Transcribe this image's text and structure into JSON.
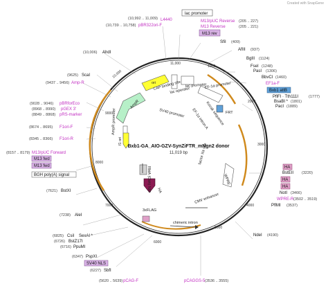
{
  "brand": "Created with SnapGene",
  "plasmid": {
    "name": "Bxb1-GA_AIO-GZV-SynZiFTR_mNgn2 donor",
    "size": "11,019 bp"
  },
  "scale_ticks": [
    "1000",
    "2000",
    "3000",
    "4000",
    "5000",
    "6000",
    "7000",
    "8000",
    "9000",
    "10,000",
    "11,000"
  ],
  "sites_left": [
    {
      "name": "AhdI",
      "pos": "(10,006)"
    },
    {
      "name": "ScaI",
      "pos": "(9625)"
    },
    {
      "name": "Amp-R",
      "pos": "(9437 .. 9456)"
    },
    {
      "name": "pBRforEco",
      "pos": "(9028 .. 9046)"
    },
    {
      "name": "pGEX 3'",
      "pos": "(8968 .. 8990)"
    },
    {
      "name": "pRS-marker",
      "pos": "(8849 .. 8868)"
    },
    {
      "name": "F1ori-F",
      "pos": "(8674 .. 8695)"
    },
    {
      "name": "F1ori-R",
      "pos": "(8345 .. 8366)"
    },
    {
      "name": "M13/pUC Forward",
      "pos": "(8157 .. 8179)"
    },
    {
      "name": "M13 fwd",
      "pos": ""
    },
    {
      "name": "M13 fwd",
      "pos": ""
    },
    {
      "name": "BGH poly(A) signal",
      "pos": ""
    },
    {
      "name": "BstXI",
      "pos": "(7621)"
    },
    {
      "name": "AleI",
      "pos": "(7238)"
    },
    {
      "name": "CsiI",
      "pos": "(6825)"
    },
    {
      "name": "SexAI *",
      "pos": ""
    },
    {
      "name": "BstZ17I",
      "pos": "(6726)"
    },
    {
      "name": "PpuMI",
      "pos": "(6716)"
    },
    {
      "name": "PspXI",
      "pos": "(6347)"
    },
    {
      "name": "SV40 NLS",
      "pos": ""
    },
    {
      "name": "SbfI",
      "pos": "(6227)"
    },
    {
      "name": "pCAG-F",
      "pos": "(5620 .. 5639)"
    }
  ],
  "sites_top": [
    {
      "name": "L4440",
      "pos": "(10,992 .. 11,009)"
    },
    {
      "name": "pBR322ori-F",
      "pos": "(10,739 .. 10,758)"
    },
    {
      "name": "lac promoter",
      "pos": ""
    },
    {
      "name": "M13/pUC Reverse",
      "pos": "(205 .. 227)"
    },
    {
      "name": "M13 Reverse",
      "pos": "(205 .. 221)"
    },
    {
      "name": "M13 rev",
      "pos": ""
    },
    {
      "name": "SfiI",
      "pos": "(409)"
    }
  ],
  "sites_right": [
    {
      "name": "AfIII",
      "pos": "(937)"
    },
    {
      "name": "BglII",
      "pos": "(1124)"
    },
    {
      "name": "FseI",
      "pos": "(1248)"
    },
    {
      "name": "PasI",
      "pos": "(1306)"
    },
    {
      "name": "BbvCI",
      "pos": "(1460)"
    },
    {
      "name": "EF1a-F",
      "pos": ""
    },
    {
      "name": "Bxb1 attB",
      "pos": ""
    },
    {
      "name": "PflFI · Tth111I",
      "pos": "(1777)"
    },
    {
      "name": "BsaBI *",
      "pos": "(1801)"
    },
    {
      "name": "PacI",
      "pos": "(1889)"
    },
    {
      "name": "HA",
      "pos": ""
    },
    {
      "name": "BstEII",
      "pos": "(3220)"
    },
    {
      "name": "HA",
      "pos": ""
    },
    {
      "name": "HA",
      "pos": ""
    },
    {
      "name": "NotI",
      "pos": "(3466)"
    },
    {
      "name": "WPRE-R",
      "pos": "(3502 .. 3519)"
    },
    {
      "name": "PflMI",
      "pos": "(3537)"
    },
    {
      "name": "NdeI",
      "pos": "(4190)"
    },
    {
      "name": "pCAGGS-5",
      "pos": "(3536 .. 3555)"
    }
  ],
  "features_inner": [
    "ori",
    "CAP binding site",
    "lac operator",
    "lac promoter",
    "EF-1α promoter",
    "SV40 promoter",
    "AmpR",
    "AmpR promoter",
    "f1 ori",
    "Kozak sequence",
    "EF-1α intron A",
    "FRT",
    "RbtA (Cbh) NIP",
    "HA",
    "factor Xa site",
    "CMV enhancer",
    "chimeric intron",
    "3xFLAG",
    "WPRE"
  ],
  "colors": {
    "backbone": "#222222",
    "site_text": "#111111",
    "primer_text": "#c22fc2",
    "ori": "#ffff33",
    "ampr": "#b7f0c8",
    "f1ori": "#d3d3d3",
    "promoter": "#ffffff",
    "crimson_arrow": "#8b1a52",
    "orange_arc": "#d08a1d",
    "primer_box": "#d9b3e6"
  }
}
